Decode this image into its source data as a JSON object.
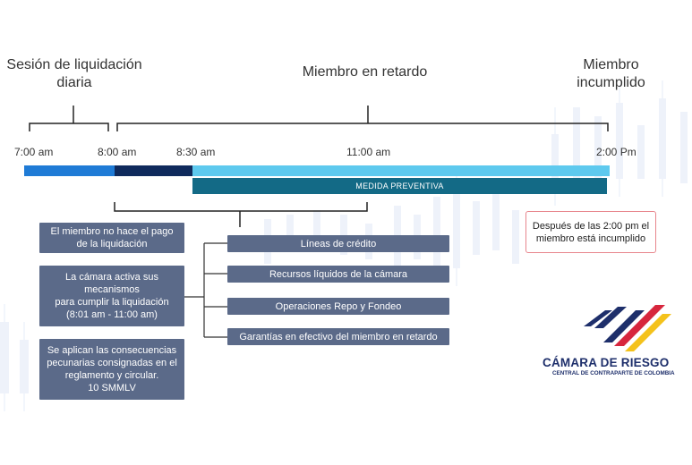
{
  "headers": {
    "session": "Sesión de liquidación\ndiaria",
    "member_late": "Miembro en retardo",
    "member_default": "Miembro\nincumplido"
  },
  "times": [
    "7:00 am",
    "8:00 am",
    "8:30 am",
    "11:00 am",
    "2:00 Pm"
  ],
  "timeline": {
    "preventive_label": "MEDIDA PREVENTIVA"
  },
  "colors": {
    "session_bar": "#1f7bd6",
    "dark_bar": "#0f2a5c",
    "light_bar": "#5ec9ee",
    "preventive_bar": "#136a86",
    "box_fill": "#5b6a89",
    "alert_border": "#e8868d"
  },
  "left_boxes": [
    "El miembro no hace el pago\nde la liquidación",
    "La cámara activa sus\nmecanismos\npara cumplir la liquidación\n(8:01 am - 11:00 am)",
    "Se aplican las consecuencias\npecunarias consignadas en el\nreglamento y circular.\n10 SMMLV"
  ],
  "mechanisms": [
    "Líneas de crédito",
    "Recursos líquidos de la cámara",
    "Operaciones Repo y Fondeo",
    "Garantías en efectivo del miembro en retardo"
  ],
  "alert": "Después de las 2:00 pm el\nmiembro está incumplido",
  "logo": {
    "name": "CÁMARA DE RIESGO",
    "subtitle": "CENTRAL DE CONTRAPARTE DE COLOMBIA",
    "icon": "camara-de-riesgo-stripes-logo"
  }
}
